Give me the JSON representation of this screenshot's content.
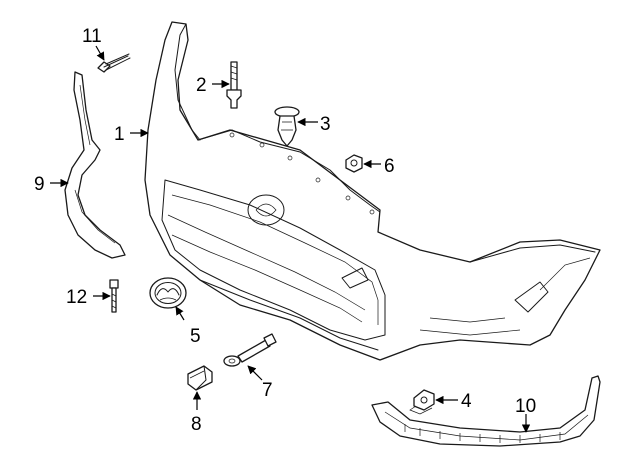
{
  "callouts": {
    "c1": "1",
    "c2": "2",
    "c3": "3",
    "c4": "4",
    "c5": "5",
    "c6": "6",
    "c7": "7",
    "c8": "8",
    "c9": "9",
    "c10": "10",
    "c11": "11",
    "c12": "12"
  },
  "icons": [
    "bumper-cover",
    "bolt",
    "push-pin-retainer",
    "clip-nut",
    "emblem",
    "nut",
    "sensor-bracket-bolt",
    "bracket",
    "side-bracket",
    "lower-valance",
    "screw",
    "stud-bolt"
  ]
}
